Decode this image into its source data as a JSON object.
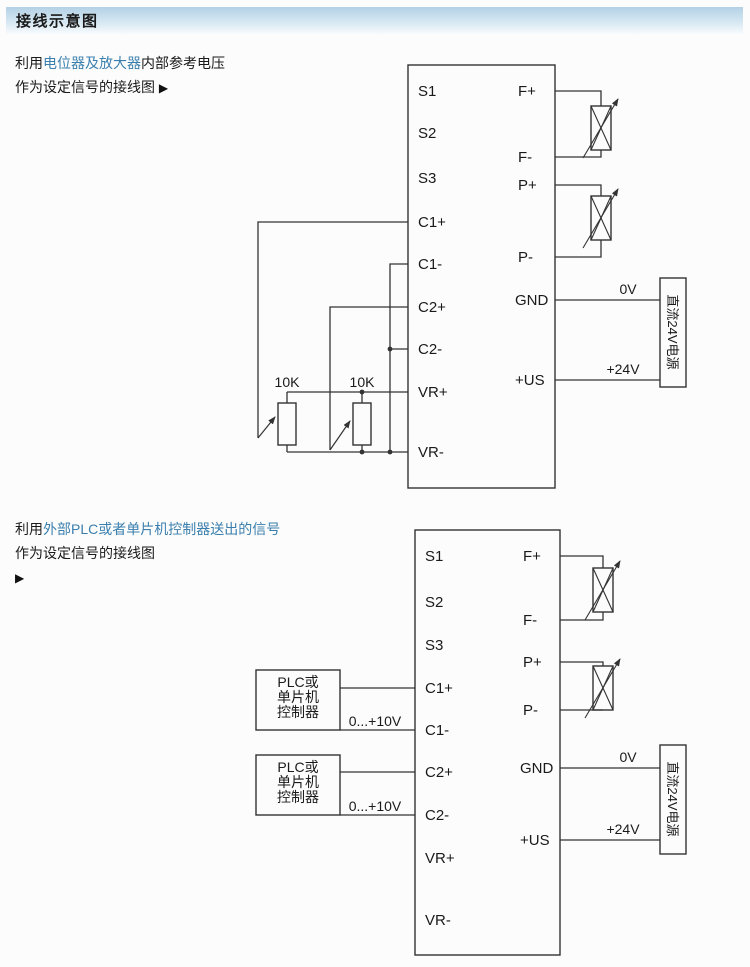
{
  "page": {
    "title": "接线示意图"
  },
  "colors": {
    "accent_blue": "#3a7fae",
    "line": "#333333",
    "header_blue": "#b3d1e5"
  },
  "intro1": {
    "prefix": "利用",
    "highlight": "电位器及放大器",
    "suffix": "内部参考电压",
    "line2": "作为设定信号的接线图",
    "pointer": "▶"
  },
  "intro2": {
    "prefix": "利用",
    "highlight": "外部PLC或者单片机控制器送出的信号",
    "line2": "作为设定信号的接线图",
    "pointer": "▶"
  },
  "diagram1": {
    "left_terminals": [
      "S1",
      "S2",
      "S3",
      "C1+",
      "C1-",
      "C2+",
      "C2-",
      "VR+",
      "VR-"
    ],
    "right_terminals": [
      "F+",
      "F-",
      "P+",
      "P-",
      "GND",
      "+US"
    ],
    "pot1_label": "10K",
    "pot2_label": "10K",
    "power": {
      "zero": "0V",
      "plus24": "+24V",
      "label": "直流24V电源"
    }
  },
  "diagram2": {
    "left_terminals": [
      "S1",
      "S2",
      "S3",
      "C1+",
      "C1-",
      "C2+",
      "C2-",
      "VR+",
      "VR-"
    ],
    "right_terminals": [
      "F+",
      "F-",
      "P+",
      "P-",
      "GND",
      "+US"
    ],
    "plc1_lines": [
      "PLC或",
      "单片机",
      "控制器"
    ],
    "plc2_lines": [
      "PLC或",
      "单片机",
      "控制器"
    ],
    "signal1": "0...+10V",
    "signal2": "0...+10V",
    "power": {
      "zero": "0V",
      "plus24": "+24V",
      "label": "直流24V电源"
    }
  }
}
